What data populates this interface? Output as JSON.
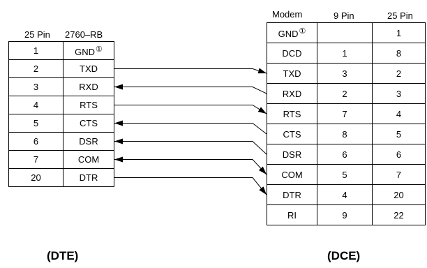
{
  "dte": {
    "header_pin": "25 Pin",
    "header_device": "2760–RB",
    "rows": [
      {
        "pin": "1",
        "signal": "GND",
        "note": "①"
      },
      {
        "pin": "2",
        "signal": "TXD"
      },
      {
        "pin": "3",
        "signal": "RXD"
      },
      {
        "pin": "4",
        "signal": "RTS"
      },
      {
        "pin": "5",
        "signal": "CTS"
      },
      {
        "pin": "6",
        "signal": "DSR"
      },
      {
        "pin": "7",
        "signal": "COM"
      },
      {
        "pin": "20",
        "signal": "DTR"
      }
    ],
    "label": "(DTE)"
  },
  "dce": {
    "header_modem": "Modem",
    "header_9pin": "9 Pin",
    "header_25pin": "25 Pin",
    "rows": [
      {
        "signal": "GND",
        "note": "①",
        "pin9": "",
        "pin25": "1"
      },
      {
        "signal": "DCD",
        "pin9": "1",
        "pin25": "8"
      },
      {
        "signal": "TXD",
        "pin9": "3",
        "pin25": "2"
      },
      {
        "signal": "RXD",
        "pin9": "2",
        "pin25": "3"
      },
      {
        "signal": "RTS",
        "pin9": "7",
        "pin25": "4"
      },
      {
        "signal": "CTS",
        "pin9": "8",
        "pin25": "5"
      },
      {
        "signal": "DSR",
        "pin9": "6",
        "pin25": "6"
      },
      {
        "signal": "COM",
        "pin9": "5",
        "pin25": "7"
      },
      {
        "signal": "DTR",
        "pin9": "4",
        "pin25": "20"
      },
      {
        "signal": "RI",
        "pin9": "9",
        "pin25": "22"
      }
    ],
    "label": "(DCE)"
  },
  "connections": [
    {
      "signal": "TXD",
      "direction": "to-dce"
    },
    {
      "signal": "RXD",
      "direction": "to-dte"
    },
    {
      "signal": "RTS",
      "direction": "to-dce"
    },
    {
      "signal": "CTS",
      "direction": "to-dte"
    },
    {
      "signal": "DSR",
      "direction": "to-dte"
    },
    {
      "signal": "COM",
      "direction": "both"
    },
    {
      "signal": "DTR",
      "direction": "to-dce"
    }
  ]
}
